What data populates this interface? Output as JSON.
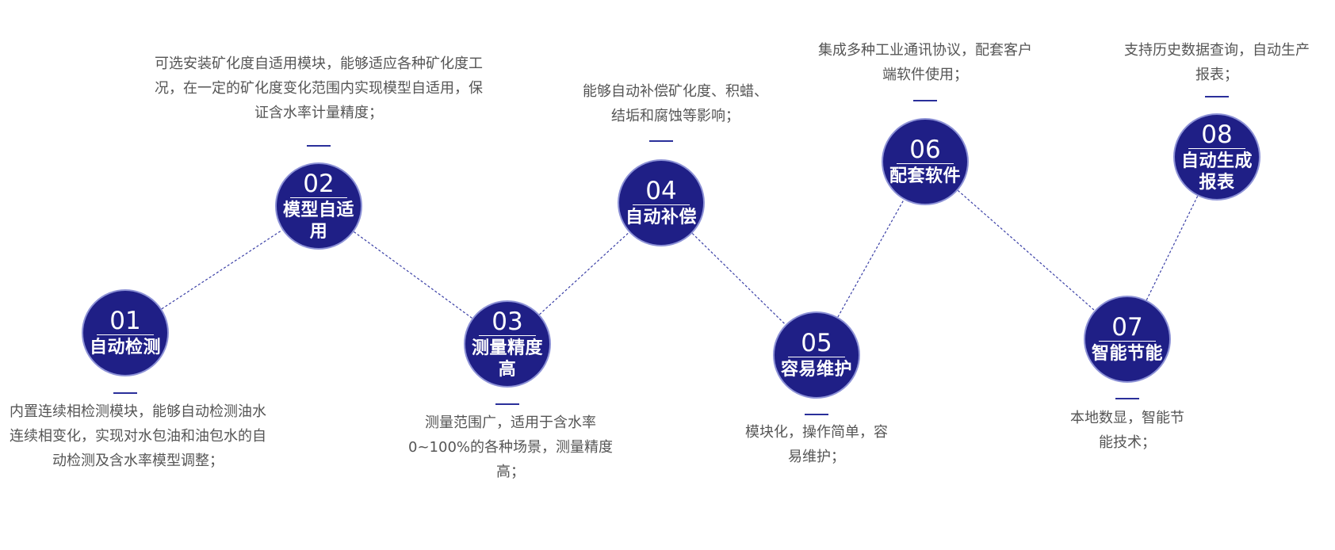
{
  "accent_color": "#1f1f86",
  "line_color": "#3a3fa6",
  "steps": [
    {
      "num": "01",
      "title": "自动检测",
      "desc": "内置连续相检测模块，能够自动检测油水连续相变化，实现对水包油和油包水的自动检测及含水率模型调整；"
    },
    {
      "num": "02",
      "title": "模型自适用",
      "desc": "可选安装矿化度自适用模块，能够适应各种矿化度工况，在一定的矿化度变化范围内实现模型自适用，保证含水率计量精度；"
    },
    {
      "num": "03",
      "title": "测量精度高",
      "desc": "测量范围广，适用于含水率0~100%的各种场景，测量精度高；"
    },
    {
      "num": "04",
      "title": "自动补偿",
      "desc": "能够自动补偿矿化度、积蜡、结垢和腐蚀等影响；"
    },
    {
      "num": "05",
      "title": "容易维护",
      "desc": "模块化，操作简单，容易维护；"
    },
    {
      "num": "06",
      "title": "配套软件",
      "desc": "集成多种工业通讯协议，配套客户端软件使用；"
    },
    {
      "num": "07",
      "title": "智能节能",
      "desc": "本地数显，智能节能技术；"
    },
    {
      "num": "08",
      "title": "自动生成报表",
      "desc": "支持历史数据查询，自动生产报表；"
    }
  ]
}
